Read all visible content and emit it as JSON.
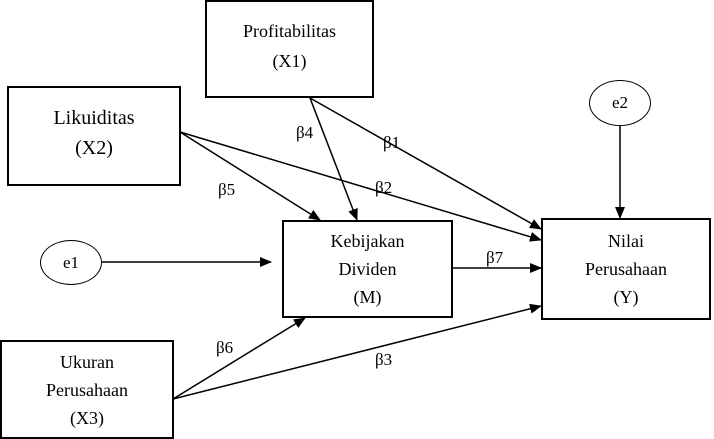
{
  "nodes": {
    "profitabilitas": {
      "name": "Profitabilitas",
      "code": "(X1)"
    },
    "likuiditas": {
      "name": "Likuiditas",
      "code": "(X2)"
    },
    "ukuran": {
      "name1": "Ukuran",
      "name2": "Perusahaan",
      "code": "(X3)"
    },
    "kebijakan": {
      "name1": "Kebijakan",
      "name2": "Dividen",
      "code": "(M)"
    },
    "nilai": {
      "name1": "Nilai",
      "name2": "Perusahaan",
      "code": "(Y)"
    },
    "e1": "e1",
    "e2": "e2"
  },
  "paths": {
    "b1": "β1",
    "b2": "β2",
    "b3": "β3",
    "b4": "β4",
    "b5": "β5",
    "b6": "β6",
    "b7": "β7"
  }
}
